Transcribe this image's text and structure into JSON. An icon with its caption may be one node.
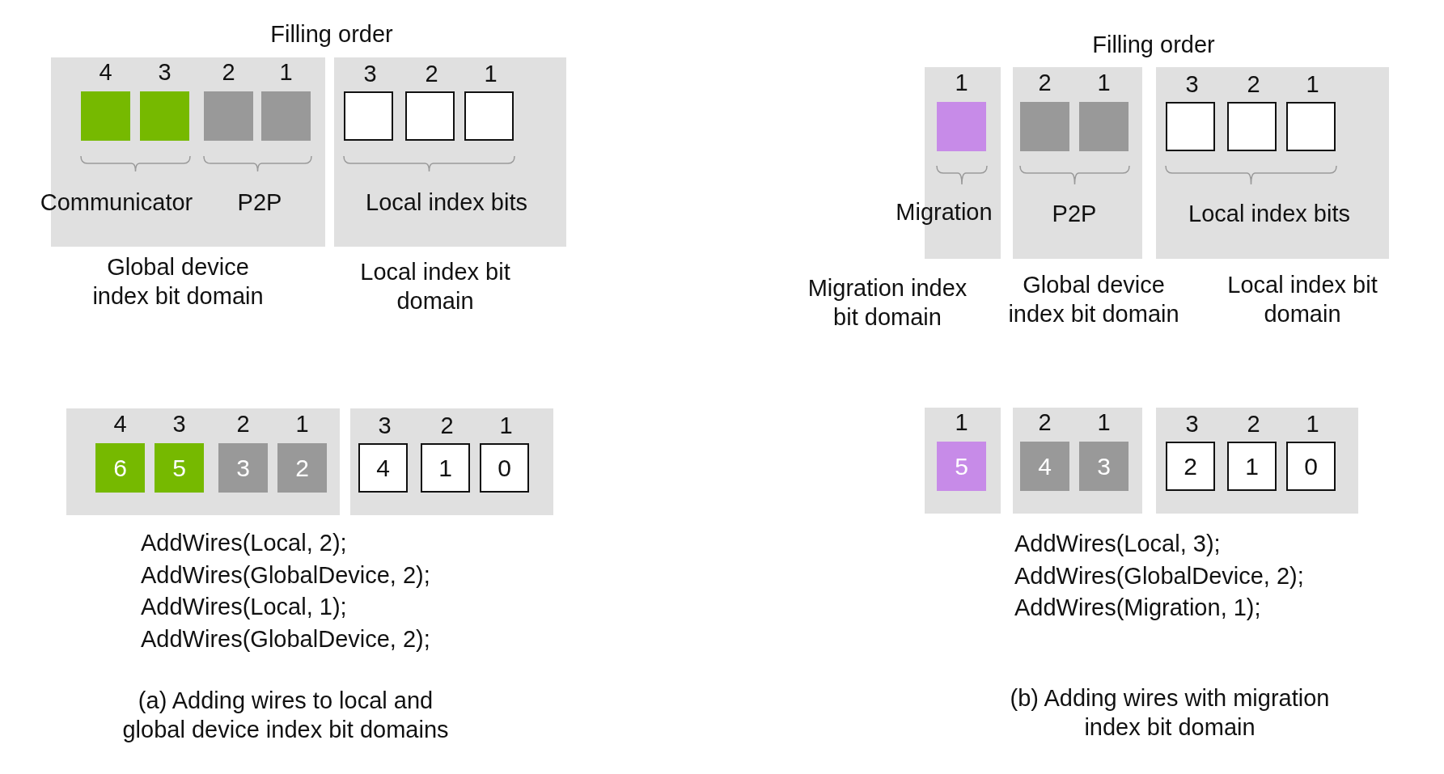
{
  "diagram": {
    "nodes": [
      {
        "text": [
          "Communicator",
          "P2P",
          "Global device index bit domain"
        ]
      },
      {
        "text": [],
        "shape": "box",
        "in": 0,
        "beside": [
          "4"
        ]
      },
      {
        "text": [],
        "shape": "box",
        "in": 0,
        "beside": [
          "3"
        ]
      },
      {
        "text": [],
        "shape": "box",
        "in": 0,
        "beside": [
          "2"
        ]
      },
      {
        "text": [],
        "shape": "box",
        "in": 0,
        "beside": [
          "1"
        ]
      },
      {
        "text": [
          "Local index bits",
          "Local index bit domain"
        ]
      },
      {
        "text": [],
        "shape": "box",
        "in": 5,
        "beside": [
          "3"
        ]
      },
      {
        "text": [],
        "shape": "box",
        "in": 5,
        "beside": [
          "2"
        ]
      },
      {
        "text": [],
        "shape": "box",
        "in": 5,
        "beside": [
          "1"
        ]
      },
      {
        "text": [
          "Migration",
          "Migration index bit domain"
        ]
      },
      {
        "text": [],
        "shape": "box",
        "in": 9,
        "beside": [
          "1"
        ]
      },
      {
        "text": [
          "P2P",
          "Global device index bit domain"
        ]
      },
      {
        "text": [],
        "shape": "box",
        "in": 11,
        "beside": [
          "2"
        ]
      },
      {
        "text": [],
        "shape": "box",
        "in": 11,
        "beside": [
          "1"
        ]
      },
      {
        "text": [
          "Local index bits",
          "Local index bit domain"
        ]
      },
      {
        "text": [],
        "shape": "box",
        "in": 14,
        "beside": [
          "3"
        ]
      },
      {
        "text": [],
        "shape": "box",
        "in": 14,
        "beside": [
          "2"
        ]
      },
      {
        "text": [],
        "shape": "box",
        "in": 14,
        "beside": [
          "1"
        ]
      },
      {
        "text": [],
        "shape": "box"
      },
      {
        "text": [
          "6"
        ],
        "in": 18,
        "beside": [
          "4"
        ]
      },
      {
        "text": [
          "5"
        ],
        "in": 18,
        "beside": [
          "3"
        ]
      },
      {
        "text": [
          "3"
        ],
        "in": 18,
        "beside": [
          "2"
        ]
      },
      {
        "text": [
          "2"
        ],
        "in": 18,
        "beside": [
          "1"
        ]
      },
      {
        "text": [],
        "shape": "box"
      },
      {
        "text": [
          "4"
        ],
        "in": 23,
        "beside": [
          "3"
        ]
      },
      {
        "text": [
          "1"
        ],
        "in": 23,
        "beside": [
          "2"
        ]
      },
      {
        "text": [
          "0"
        ],
        "in": 23,
        "beside": [
          "1"
        ]
      },
      {
        "text": [],
        "shape": "box"
      },
      {
        "text": [
          "5"
        ],
        "in": 27,
        "beside": [
          "1"
        ]
      },
      {
        "text": [],
        "shape": "box"
      },
      {
        "text": [
          "4"
        ],
        "in": 29,
        "beside": [
          "2"
        ]
      },
      {
        "text": [
          "3"
        ],
        "in": 29,
        "beside": [
          "1"
        ]
      },
      {
        "text": [],
        "shape": "box"
      },
      {
        "text": [
          "2"
        ],
        "in": 32,
        "beside": [
          "3"
        ]
      },
      {
        "text": [
          "1"
        ],
        "in": 32,
        "beside": [
          "2"
        ]
      },
      {
        "text": [
          "0"
        ],
        "in": 32,
        "beside": [
          "1"
        ]
      }
    ],
    "edges": [],
    "labels": [
      "Filling order",
      "AddWires(Local, 2);",
      "AddWires(GlobalDevice, 2);",
      "AddWires(Local, 1);",
      "AddWires(GlobalDevice, 2);",
      "(a) Adding wires to local and global device index bit domains",
      "Filling order",
      "AddWires(Local, 3);",
      "AddWires(GlobalDevice, 2);",
      "AddWires(Migration, 1);",
      "(b) Adding wires with migration index bit domain"
    ]
  }
}
